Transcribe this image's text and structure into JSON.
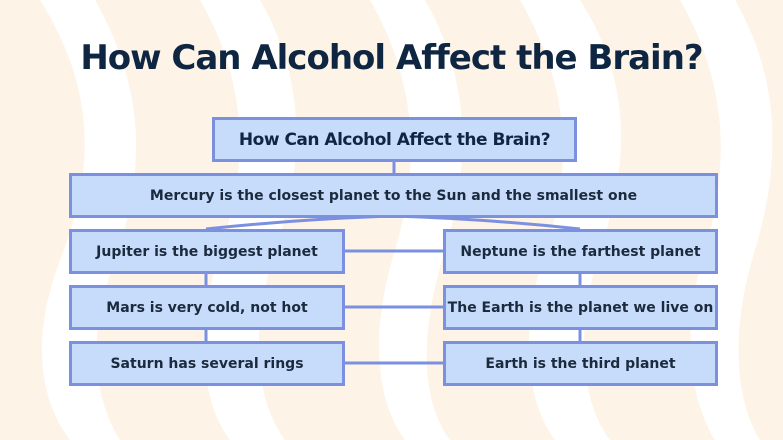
{
  "slide": {
    "title": "How Can Alcohol Affect the Brain?",
    "colors": {
      "background": "#fdf3e6",
      "stripe": "#ffffff",
      "box_fill": "#c6dcfa",
      "box_border": "#7b90de",
      "title_text": "#0e2641",
      "box_text": "#1b2a3d"
    }
  },
  "diagram": {
    "root": {
      "label": "How Can Alcohol Affect the Brain?"
    },
    "level1": {
      "label": "Mercury is the closest planet to the Sun and the smallest one"
    },
    "left_column": [
      {
        "label": "Jupiter is the biggest planet"
      },
      {
        "label": "Mars is very cold, not hot"
      },
      {
        "label": "Saturn has several rings"
      }
    ],
    "right_column": [
      {
        "label": "Neptune is the farthest planet"
      },
      {
        "label": "The Earth is the planet we live on"
      },
      {
        "label": "Earth is the third planet"
      }
    ]
  }
}
